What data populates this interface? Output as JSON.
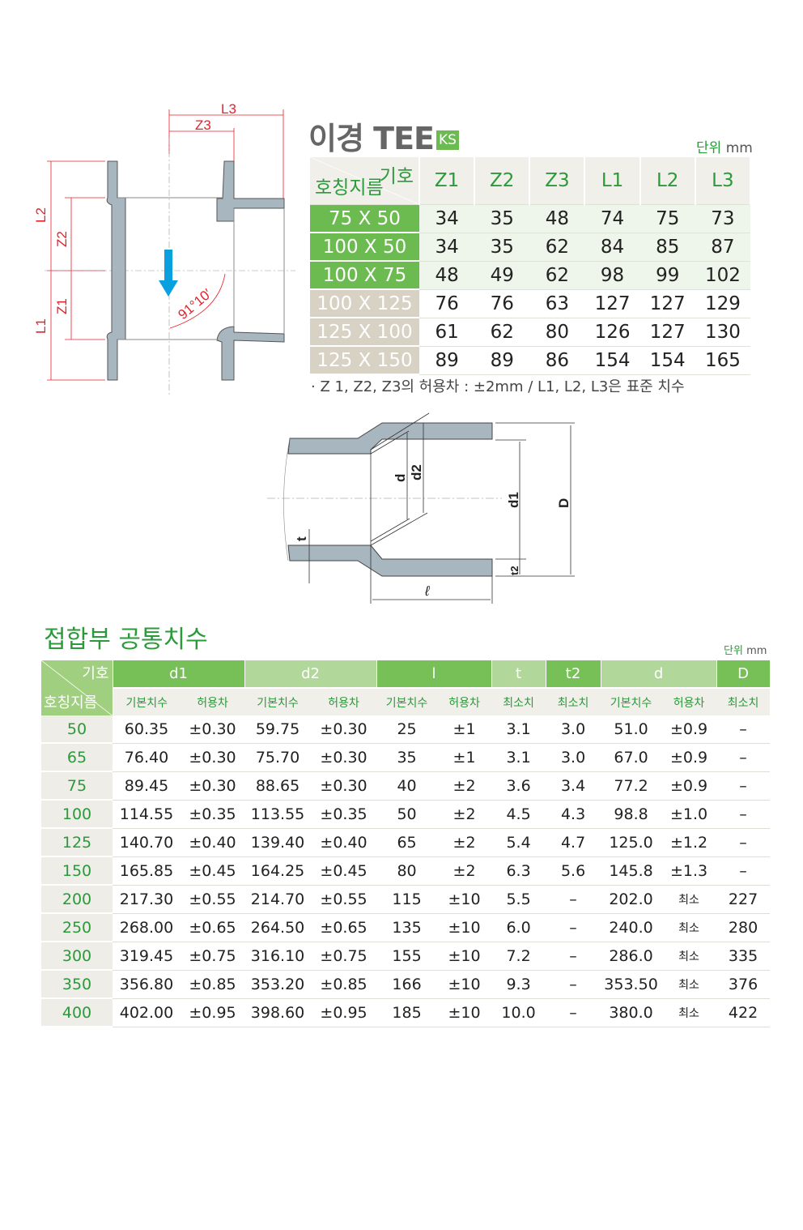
{
  "header": {
    "title": "이경 TEE",
    "badge": "KS",
    "unit_label": "단위",
    "unit": "mm"
  },
  "tee_diagram": {
    "labels": {
      "L3": "L3",
      "Z3": "Z3",
      "L2": "L2",
      "Z2": "Z2",
      "Z1": "Z1",
      "L1": "L1",
      "angle": "91°10′"
    },
    "arrow_color": "#0aa0e0",
    "dim_color": "#e8202a"
  },
  "tee_table": {
    "corner_top": "기호",
    "corner_bottom": "호칭지름",
    "columns": [
      "Z1",
      "Z2",
      "Z3",
      "L1",
      "L2",
      "L3"
    ],
    "rows": [
      {
        "size": "75 X 50",
        "values": [
          "34",
          "35",
          "48",
          "74",
          "75",
          "73"
        ],
        "group": "green"
      },
      {
        "size": "100 X 50",
        "values": [
          "34",
          "35",
          "62",
          "84",
          "85",
          "87"
        ],
        "group": "green"
      },
      {
        "size": "100 X 75",
        "values": [
          "48",
          "49",
          "62",
          "98",
          "99",
          "102"
        ],
        "group": "green"
      },
      {
        "size": "100 X 125",
        "values": [
          "76",
          "76",
          "63",
          "127",
          "127",
          "129"
        ],
        "group": "beige"
      },
      {
        "size": "125 X 100",
        "values": [
          "61",
          "62",
          "80",
          "126",
          "127",
          "130"
        ],
        "group": "beige"
      },
      {
        "size": "125 X 150",
        "values": [
          "89",
          "89",
          "86",
          "154",
          "154",
          "165"
        ],
        "group": "beige"
      }
    ],
    "note": "· Z 1, Z2, Z3의 허용차 : ±2mm / L1, L2, L3은 표준 치수"
  },
  "joint_diagram": {
    "labels": {
      "d": "d",
      "d2": "d2",
      "d1": "d1",
      "D": "D",
      "t": "t",
      "t2": "t2",
      "l": "ℓ"
    }
  },
  "joint_section": {
    "title": "접합부 공통치수",
    "unit_label": "단위",
    "unit": "mm"
  },
  "joint_table": {
    "corner_top": "기호",
    "corner_bottom": "호칭지름",
    "groups": [
      "d1",
      "d2",
      "l",
      "t",
      "t2",
      "d",
      "D"
    ],
    "subheaders": [
      "기본치수",
      "허용차",
      "기본치수",
      "허용차",
      "기본치수",
      "허용차",
      "최소치",
      "최소치",
      "기본치수",
      "허용차",
      "최소치"
    ],
    "rows": [
      [
        "50",
        "60.35",
        "±0.30",
        "59.75",
        "±0.30",
        "25",
        "±1",
        "3.1",
        "3.0",
        "51.0",
        "±0.9",
        "–"
      ],
      [
        "65",
        "76.40",
        "±0.30",
        "75.70",
        "±0.30",
        "35",
        "±1",
        "3.1",
        "3.0",
        "67.0",
        "±0.9",
        "–"
      ],
      [
        "75",
        "89.45",
        "±0.30",
        "88.65",
        "±0.30",
        "40",
        "±2",
        "3.6",
        "3.4",
        "77.2",
        "±0.9",
        "–"
      ],
      [
        "100",
        "114.55",
        "±0.35",
        "113.55",
        "±0.35",
        "50",
        "±2",
        "4.5",
        "4.3",
        "98.8",
        "±1.0",
        "–"
      ],
      [
        "125",
        "140.70",
        "±0.40",
        "139.40",
        "±0.40",
        "65",
        "±2",
        "5.4",
        "4.7",
        "125.0",
        "±1.2",
        "–"
      ],
      [
        "150",
        "165.85",
        "±0.45",
        "164.25",
        "±0.45",
        "80",
        "±2",
        "6.3",
        "5.6",
        "145.8",
        "±1.3",
        "–"
      ],
      [
        "200",
        "217.30",
        "±0.55",
        "214.70",
        "±0.55",
        "115",
        "±10",
        "5.5",
        "–",
        "202.0",
        "최소",
        "227"
      ],
      [
        "250",
        "268.00",
        "±0.65",
        "264.50",
        "±0.65",
        "135",
        "±10",
        "6.0",
        "–",
        "240.0",
        "최소",
        "280"
      ],
      [
        "300",
        "319.45",
        "±0.75",
        "316.10",
        "±0.75",
        "155",
        "±10",
        "7.2",
        "–",
        "286.0",
        "최소",
        "335"
      ],
      [
        "350",
        "356.80",
        "±0.85",
        "353.20",
        "±0.85",
        "166",
        "±10",
        "9.3",
        "–",
        "353.50",
        "최소",
        "376"
      ],
      [
        "400",
        "402.00",
        "±0.95",
        "398.60",
        "±0.95",
        "185",
        "±10",
        "10.0",
        "–",
        "380.0",
        "최소",
        "422"
      ]
    ]
  }
}
